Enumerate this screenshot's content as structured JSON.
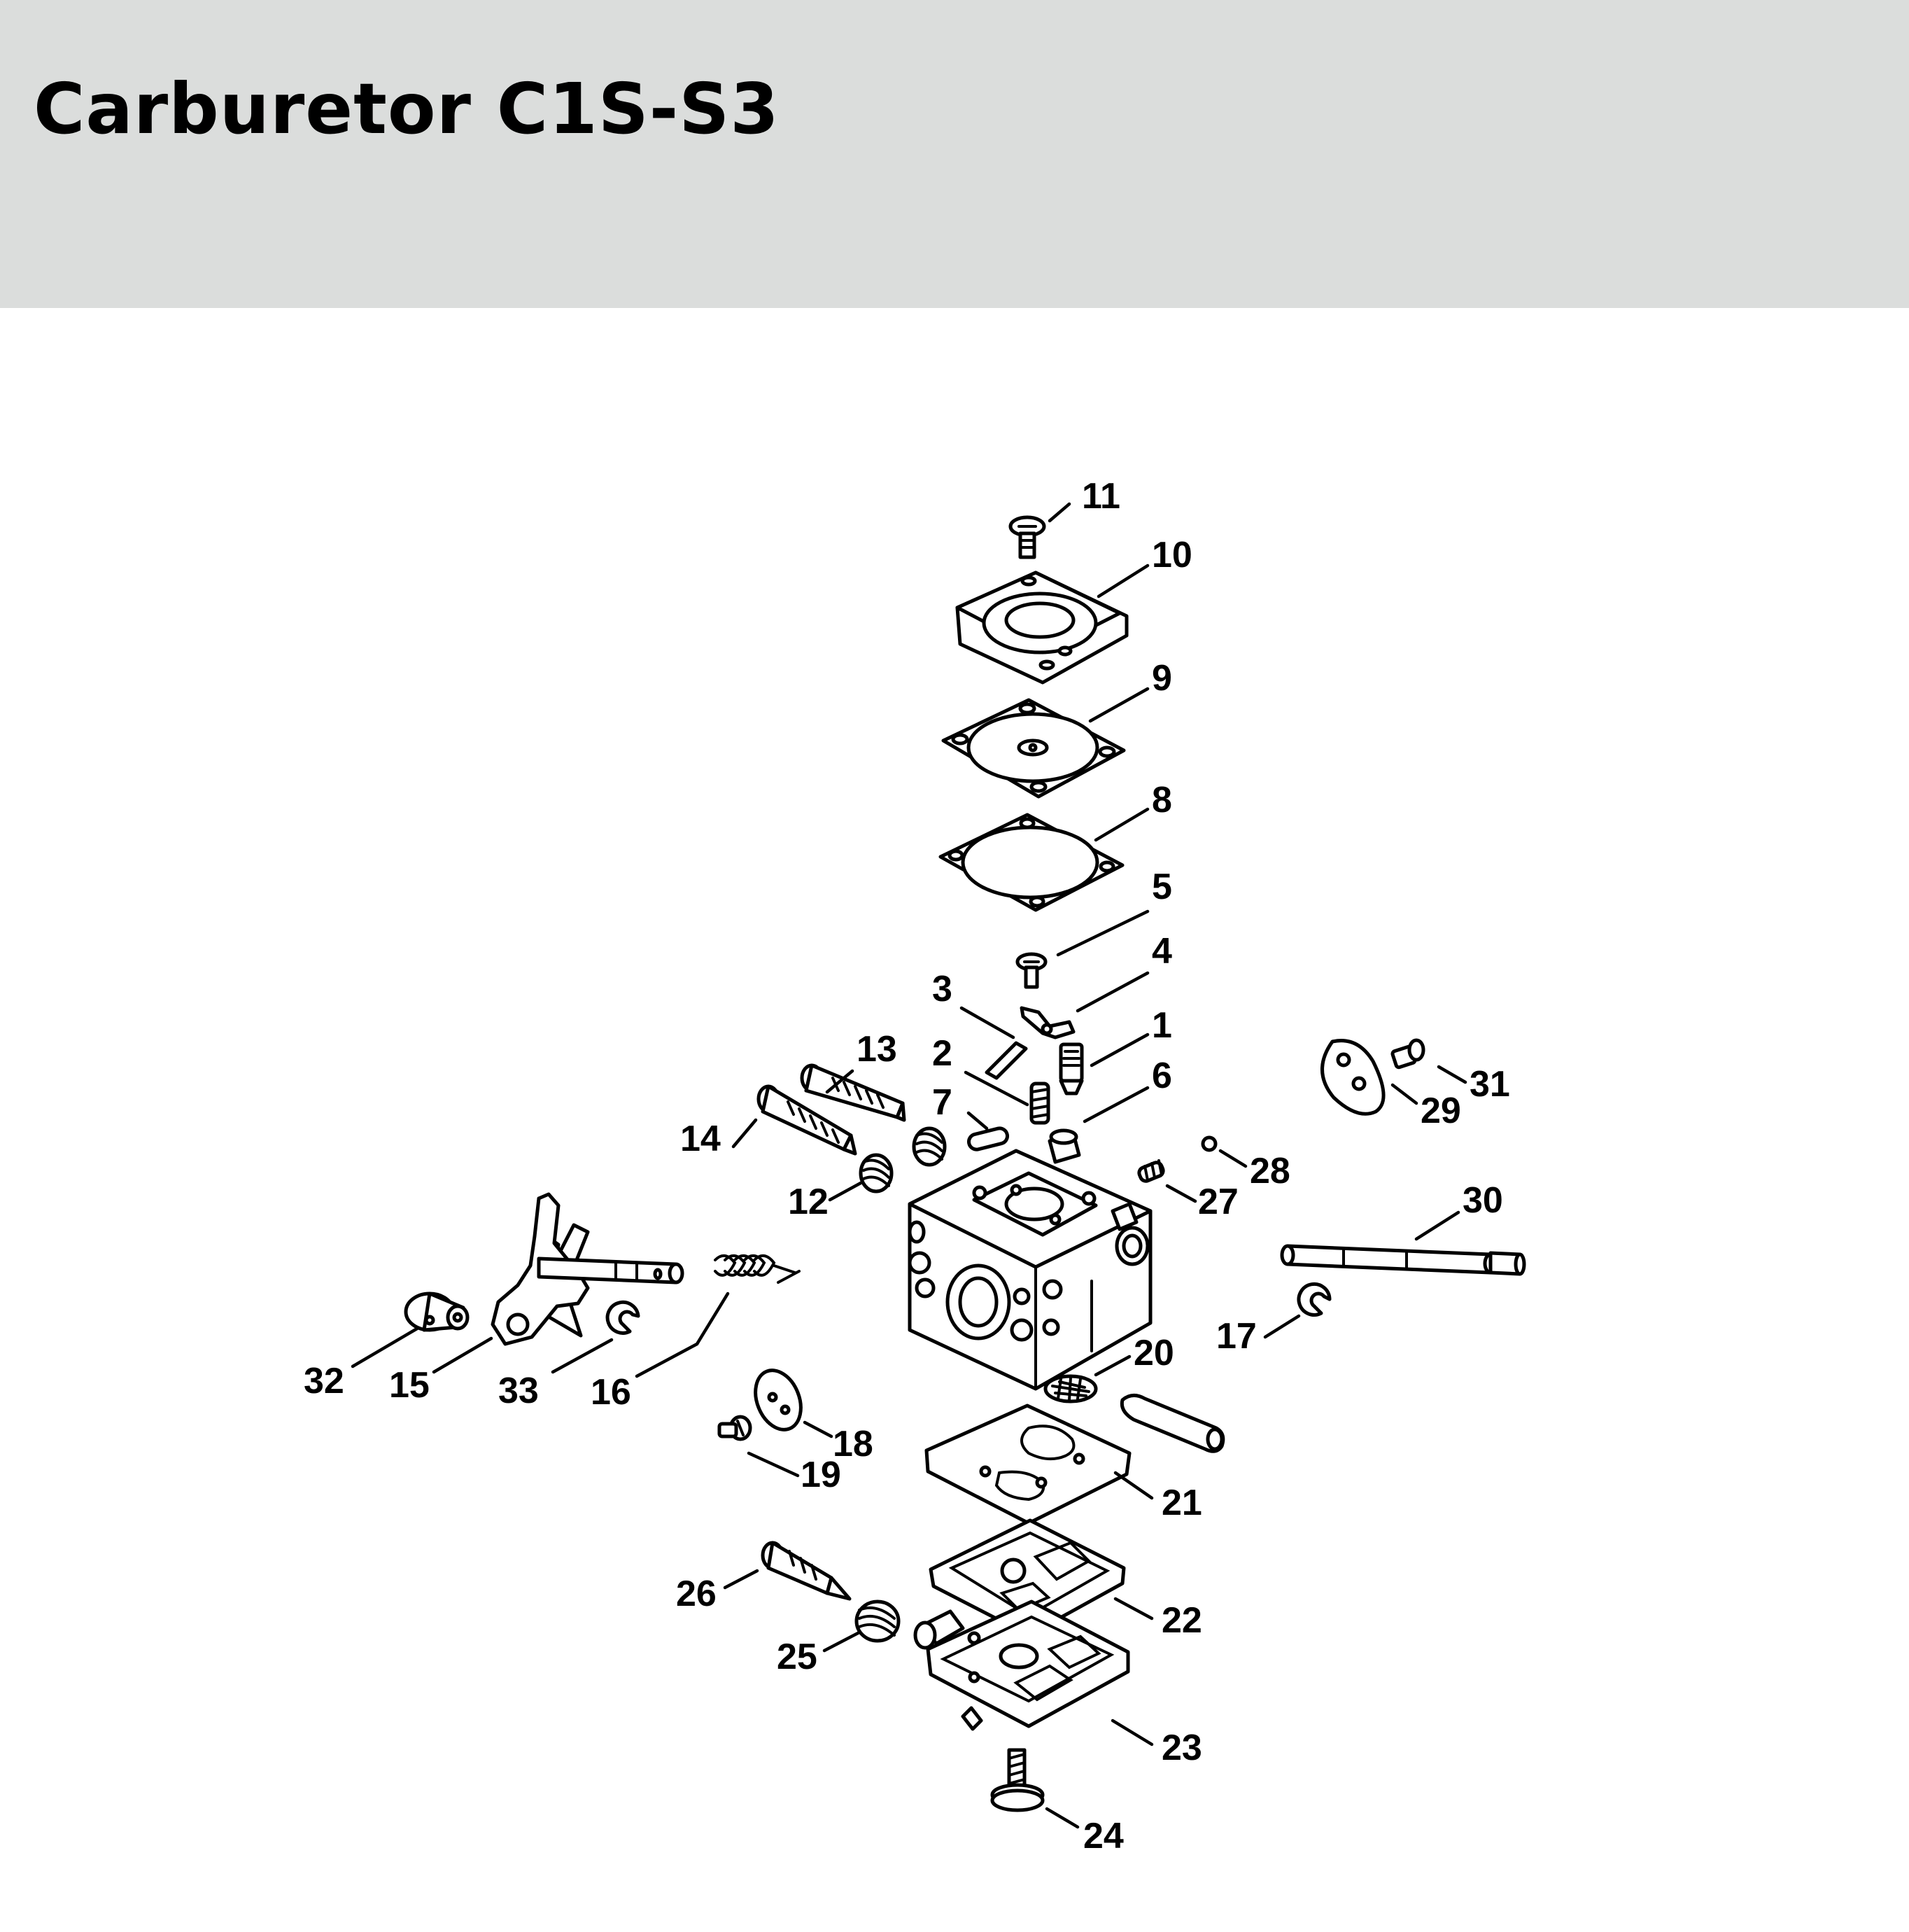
{
  "title": "Carburetor C1S-S3",
  "colors": {
    "header_background": "#dbdddc",
    "ink": "#000000",
    "page_background": "#ffffff"
  },
  "callouts": [
    {
      "id": "1",
      "label": "1"
    },
    {
      "id": "2",
      "label": "2"
    },
    {
      "id": "3",
      "label": "3"
    },
    {
      "id": "4",
      "label": "4"
    },
    {
      "id": "5",
      "label": "5"
    },
    {
      "id": "6",
      "label": "6"
    },
    {
      "id": "7",
      "label": "7"
    },
    {
      "id": "8",
      "label": "8"
    },
    {
      "id": "9",
      "label": "9"
    },
    {
      "id": "10",
      "label": "10"
    },
    {
      "id": "11",
      "label": "11"
    },
    {
      "id": "12",
      "label": "12"
    },
    {
      "id": "13",
      "label": "13"
    },
    {
      "id": "14",
      "label": "14"
    },
    {
      "id": "15",
      "label": "15"
    },
    {
      "id": "16",
      "label": "16"
    },
    {
      "id": "17",
      "label": "17"
    },
    {
      "id": "18",
      "label": "18"
    },
    {
      "id": "19",
      "label": "19"
    },
    {
      "id": "20",
      "label": "20"
    },
    {
      "id": "21",
      "label": "21"
    },
    {
      "id": "22",
      "label": "22"
    },
    {
      "id": "23",
      "label": "23"
    },
    {
      "id": "24",
      "label": "24"
    },
    {
      "id": "25",
      "label": "25"
    },
    {
      "id": "26",
      "label": "26"
    },
    {
      "id": "27",
      "label": "27"
    },
    {
      "id": "28",
      "label": "28"
    },
    {
      "id": "29",
      "label": "29"
    },
    {
      "id": "30",
      "label": "30"
    },
    {
      "id": "31",
      "label": "31"
    },
    {
      "id": "32",
      "label": "32"
    },
    {
      "id": "33",
      "label": "33"
    }
  ]
}
